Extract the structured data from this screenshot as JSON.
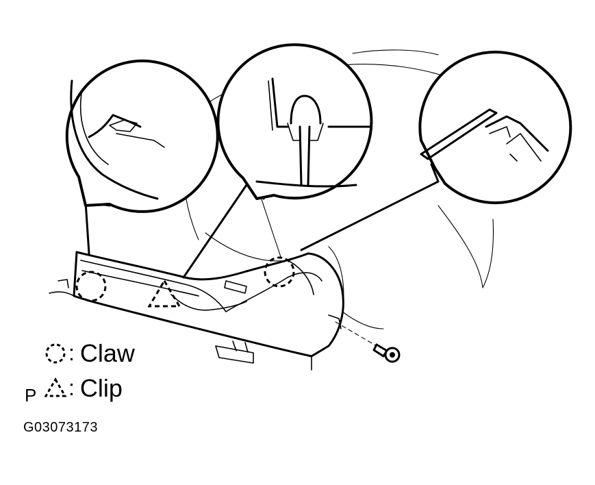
{
  "legend": {
    "claw_label": "Claw",
    "clip_label": "Clip",
    "separator": ":",
    "claw_symbol": "dashed-circle-icon",
    "clip_symbol": "dashed-triangle-icon"
  },
  "side_mark": "P",
  "figure_id": "G03073173",
  "colors": {
    "ink": "#000000",
    "background": "#ffffff"
  }
}
